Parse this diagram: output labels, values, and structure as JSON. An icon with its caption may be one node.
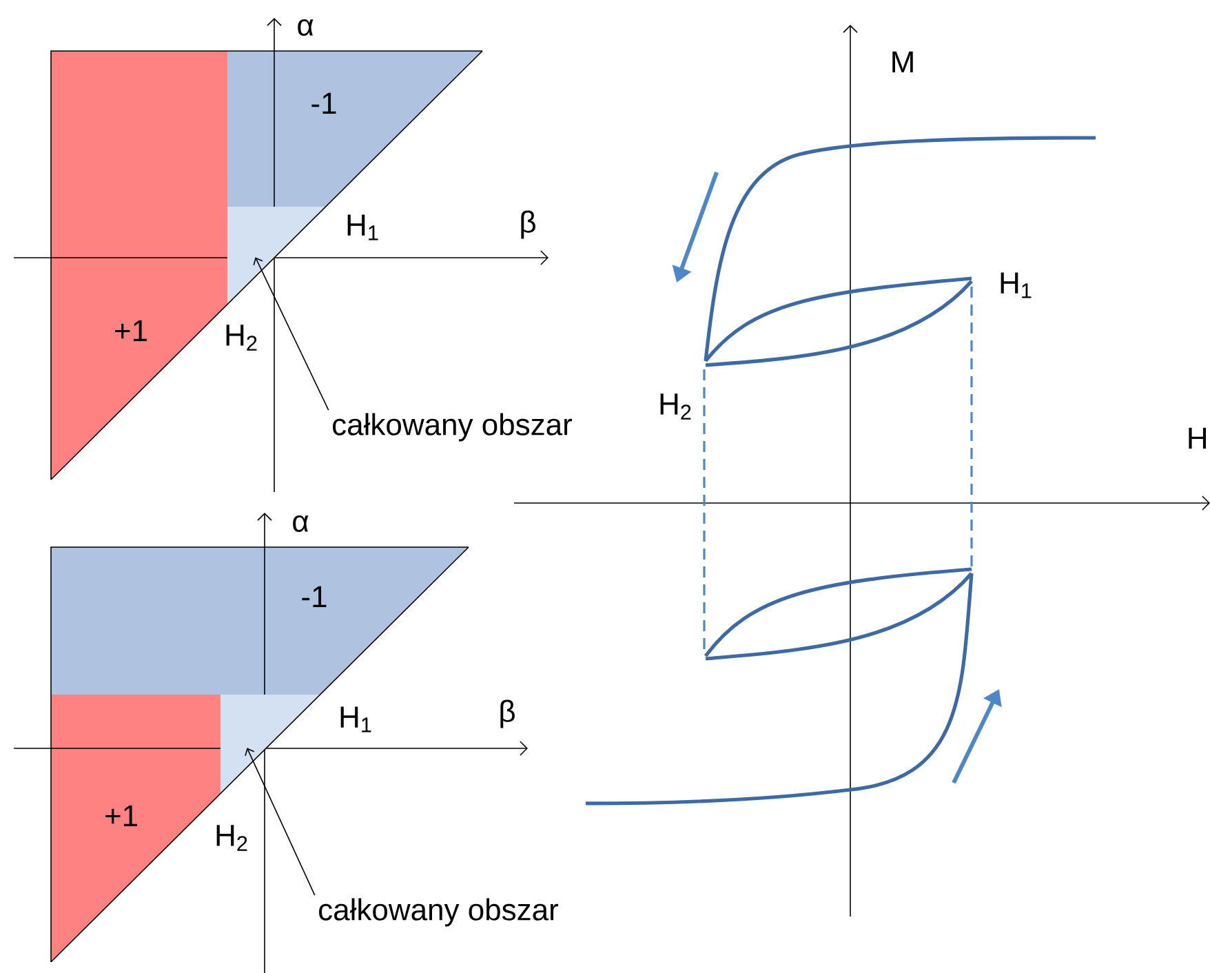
{
  "diagram": {
    "nodes": [
      {
        "text": [
          "-1"
        ]
      },
      {
        "text": [
          "+1"
        ]
      },
      {
        "text": [],
        "shape": "triangle"
      },
      {
        "text": [
          "całkowany obszar"
        ]
      },
      {
        "text": [
          "-1"
        ]
      },
      {
        "text": [
          "+1"
        ]
      },
      {
        "text": [],
        "shape": "triangle"
      },
      {
        "text": [
          "całkowany obszar"
        ]
      }
    ],
    "edges": [
      {
        "from": 3,
        "to": 2,
        "arrow": "to"
      },
      {
        "from": 7,
        "to": 6,
        "arrow": "to"
      }
    ],
    "labels": [
      "α",
      "M",
      "H$_{1}$",
      "β",
      "H$_{1}$",
      "H$_{2}$",
      "H$_{2}$",
      "H",
      "α",
      "H$_{1}$",
      "β",
      "H$_{2}$"
    ]
  }
}
